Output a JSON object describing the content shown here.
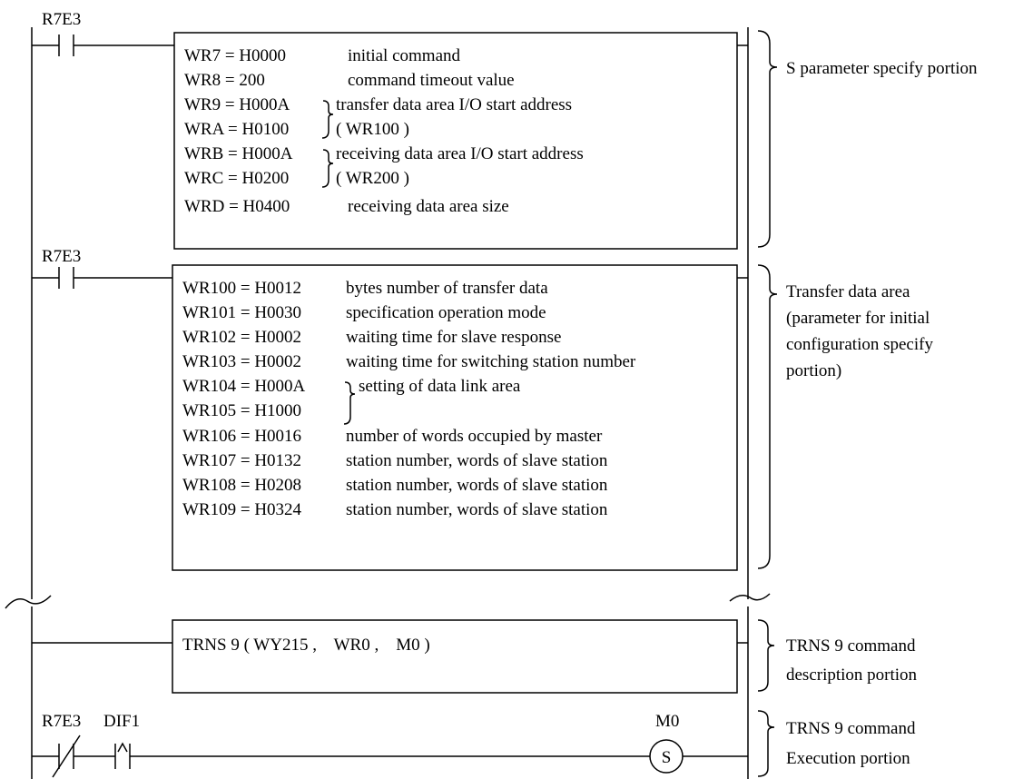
{
  "colors": {
    "stroke": "#000000",
    "background": "#ffffff"
  },
  "rungs": [
    {
      "contact": "R7E3",
      "lines": [
        {
          "reg": "WR7 = H0000",
          "desc": "initial command"
        },
        {
          "reg": "WR8 = 200",
          "desc": "command timeout value"
        },
        {
          "reg": "WR9 = H000A",
          "desc": "transfer data area I/O start address"
        },
        {
          "reg": "WRA = H0100",
          "desc": "( WR100 )"
        },
        {
          "reg": "WRB = H000A",
          "desc": "receiving data area I/O start address"
        },
        {
          "reg": "WRC = H0200",
          "desc": "( WR200 )"
        },
        {
          "reg": "WRD = H0400",
          "desc": "receiving data area size"
        }
      ],
      "annotation": [
        "S parameter specify portion"
      ]
    },
    {
      "contact": "R7E3",
      "lines": [
        {
          "reg": "WR100 = H0012",
          "desc": "bytes number of transfer data"
        },
        {
          "reg": "WR101 = H0030",
          "desc": "specification operation mode"
        },
        {
          "reg": "WR102 = H0002",
          "desc": "waiting time for slave response"
        },
        {
          "reg": "WR103 = H0002",
          "desc": "waiting time for switching station number"
        },
        {
          "reg": "WR104 = H000A",
          "desc": "setting of data link area"
        },
        {
          "reg": "WR105 = H1000",
          "desc": ""
        },
        {
          "reg": "WR106 = H0016",
          "desc": "number of words occupied by master"
        },
        {
          "reg": "WR107 = H0132",
          "desc": "station number, words of slave station"
        },
        {
          "reg": "WR108 = H0208",
          "desc": "station number, words of slave station"
        },
        {
          "reg": "WR109 = H0324",
          "desc": "station number, words of slave station"
        }
      ],
      "annotation": [
        "Transfer data area",
        "(parameter for initial",
        "configuration specify",
        "portion)"
      ]
    },
    {
      "command": "TRNS 9 ( WY215 ,    WR0 ,    M0 )",
      "annotation": [
        "TRNS 9 command",
        "description portion"
      ]
    },
    {
      "contacts": [
        "R7E3",
        "DIF1"
      ],
      "coil_label": "M0",
      "coil_symbol": "S",
      "annotation": [
        "TRNS 9 command",
        "Execution portion"
      ]
    }
  ]
}
